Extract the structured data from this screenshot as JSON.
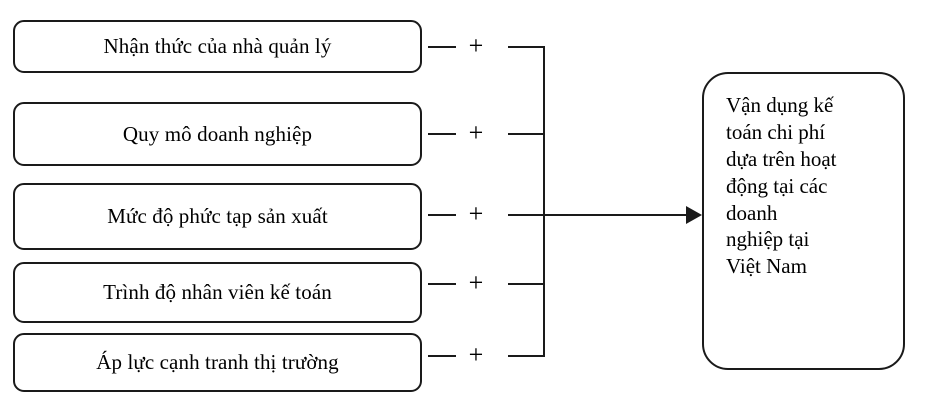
{
  "diagram": {
    "type": "conceptual-research-model",
    "relationship_symbol": "+",
    "line_color": "#1a1a1a",
    "background_color": "#ffffff",
    "factors": [
      {
        "index": 1,
        "label": "Nhận thức của nhà quản lý",
        "sign": "+"
      },
      {
        "index": 2,
        "label": "Quy mô doanh nghiệp",
        "sign": "+"
      },
      {
        "index": 3,
        "label": "Mức độ phức tạp sản xuất",
        "sign": "+"
      },
      {
        "index": 4,
        "label": "Trình độ nhân viên kế toán",
        "sign": "+"
      },
      {
        "index": 5,
        "label": "Áp lực cạnh tranh thị trường",
        "sign": "+"
      }
    ],
    "outcome": {
      "label": "Vận dụng kế toán chi phí dựa trên hoạt động tại các doanh nghiệp tại Việt Nam",
      "lines": [
        "Vận dụng kế",
        "toán chi phí",
        "dựa trên hoạt",
        "động tại các",
        "doanh",
        "nghiệp tại",
        "Việt Nam"
      ]
    }
  }
}
